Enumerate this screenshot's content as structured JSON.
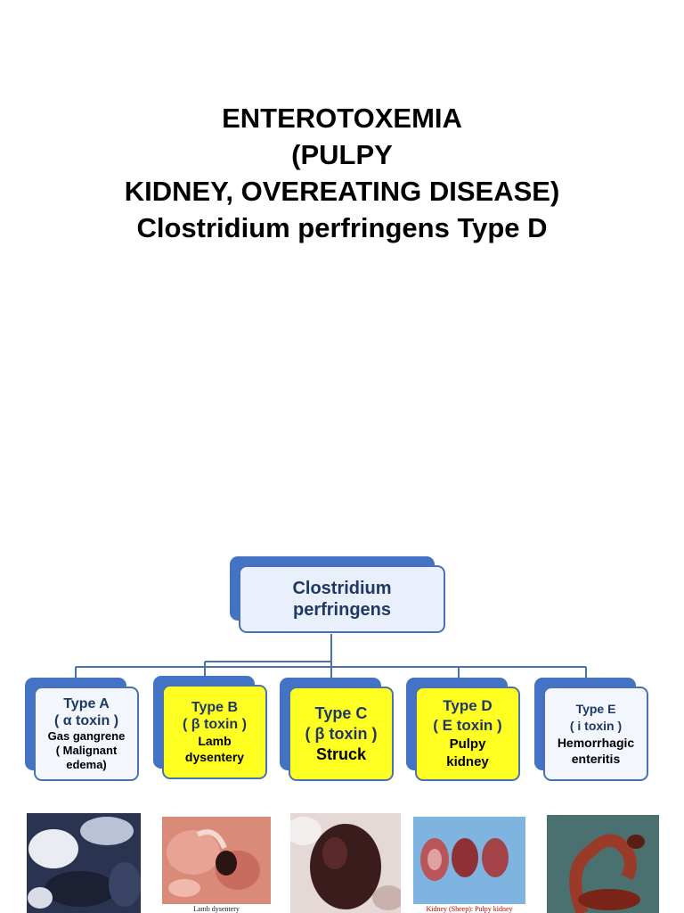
{
  "title": {
    "line1": "ENTEROTOXEMIA",
    "line2": "(PULPY",
    "line3": "KIDNEY, OVEREATING DISEASE)",
    "line4": "Clostridium perfringens Type D"
  },
  "root": {
    "line1": "Clostridium",
    "line2": "perfringens"
  },
  "types": [
    {
      "name": "Type A",
      "toxin": "( α toxin )",
      "effect1": "Gas gangrene",
      "effect2": "( Malignant",
      "effect3": "edema)"
    },
    {
      "name": "Type B",
      "toxin": "( β toxin )",
      "effect1": "Lamb",
      "effect2": "dysentery"
    },
    {
      "name": "Type C",
      "toxin": "( β toxin )",
      "effect1": "Struck"
    },
    {
      "name": "Type D",
      "toxin": "( E toxin )",
      "effect1": "Pulpy",
      "effect2": "kidney"
    },
    {
      "name": "Type E",
      "toxin": "( i toxin )",
      "effect1": "Hemorrhagic",
      "effect2": "enteritis"
    }
  ],
  "photos": {
    "caption_b": "Lamb dysentery",
    "caption_d": "Kidney (Sheep): Pulpy kidney"
  },
  "colors": {
    "box_blue": "#4472c4",
    "highlight": "#ffff22",
    "text_navy": "#1f3864"
  }
}
